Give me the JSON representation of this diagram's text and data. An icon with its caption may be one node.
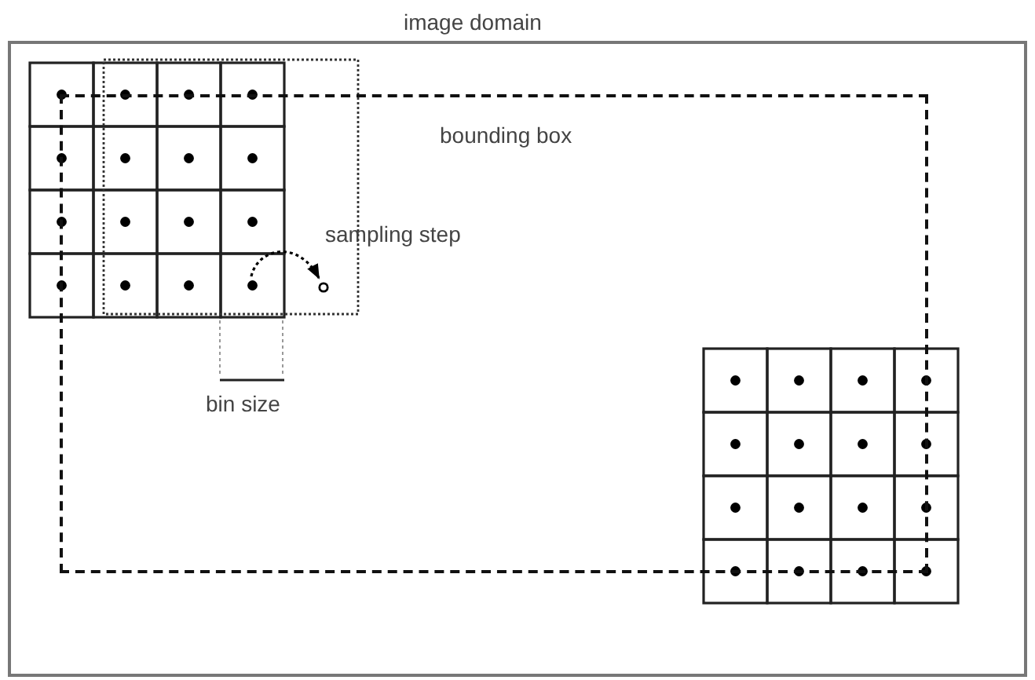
{
  "diagram": {
    "nodes": [
      {
        "text": [
          "image domain"
        ]
      },
      {
        "text": [
          "bounding box"
        ],
        "in": 0
      }
    ],
    "labels": [
      "sampling step",
      "bin size"
    ]
  }
}
